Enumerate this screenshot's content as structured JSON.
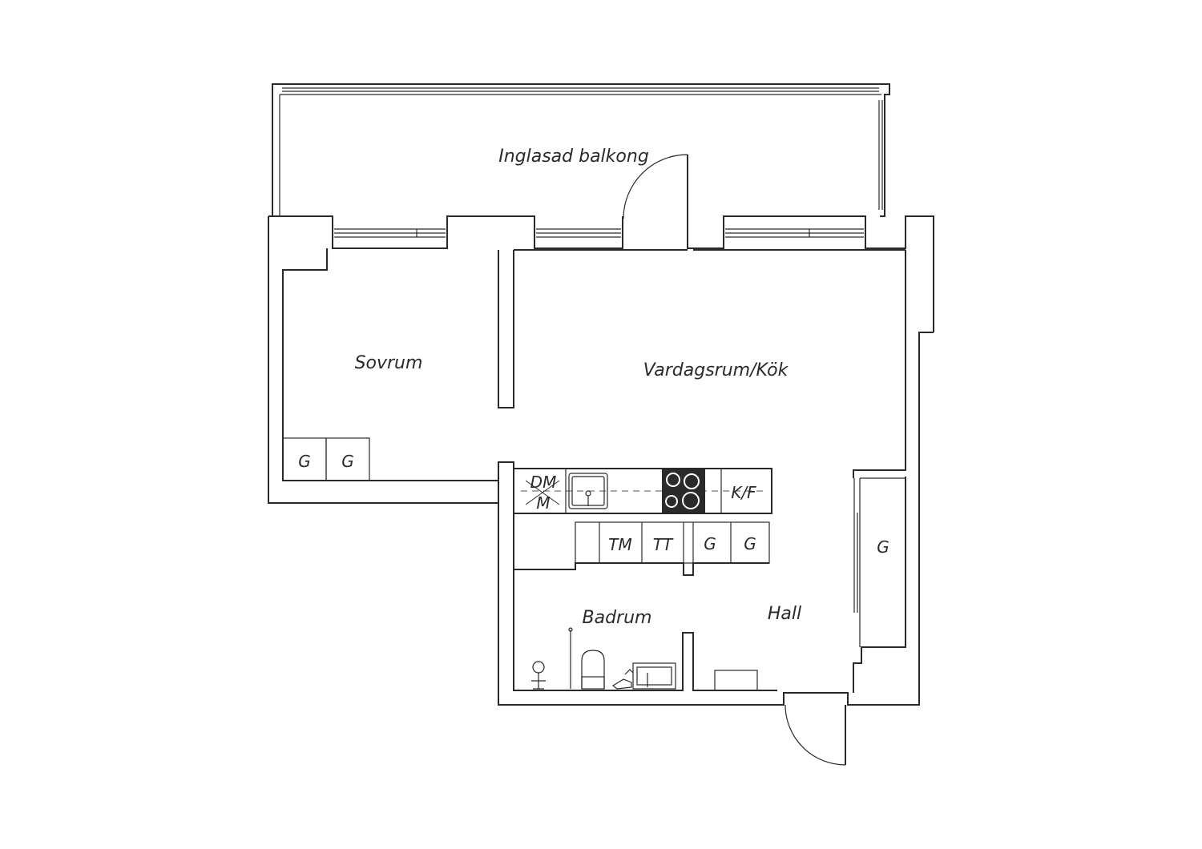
{
  "rooms": {
    "balcony": "Inglasad balkong",
    "bedroom": "Sovrum",
    "living_kitchen": "Vardagsrum/Kök",
    "bathroom": "Badrum",
    "hall": "Hall"
  },
  "fixtures": {
    "bedroom_wardrobe_1": "G",
    "bedroom_wardrobe_2": "G",
    "dishwasher_top": "DM",
    "dishwasher_bottom": "M",
    "fridge_freezer": "K/F",
    "washing_machine": "TM",
    "tumble_dryer": "TT",
    "hall_cabinet_1": "G",
    "hall_cabinet_2": "G",
    "hall_wardrobe": "G"
  }
}
